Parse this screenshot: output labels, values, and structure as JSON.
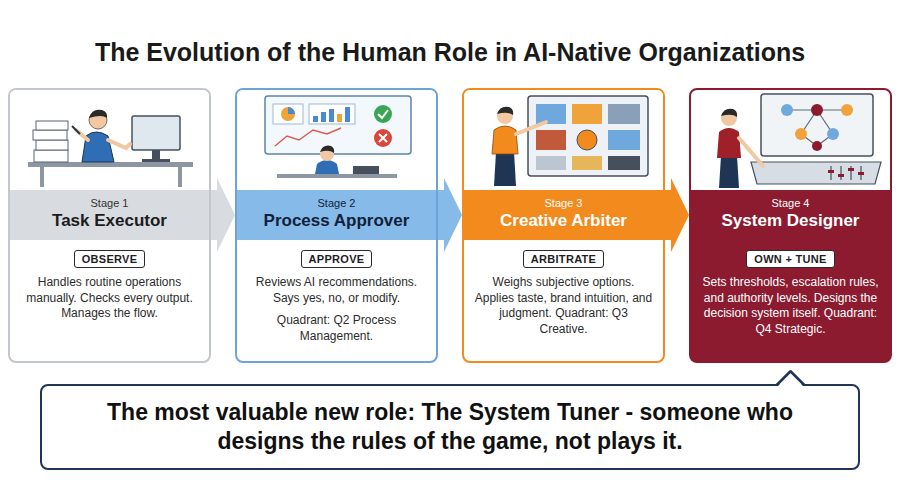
{
  "diagram": {
    "title": "The Evolution of the Human Role in AI-Native Organizations",
    "nodes": [
      {
        "text": [
          "Stage 1",
          "Task Executor",
          "Handles routine operations manually. Checks every output. Manages the flow."
        ]
      },
      {
        "text": [
          "OBSERVE"
        ],
        "in": 0
      },
      {
        "text": [
          "Stage 2",
          "Process Approver",
          "Reviews AI recommendations. Says yes, no, or modify.",
          "Quadrant: Q2 Process Management."
        ]
      },
      {
        "text": [
          "APPROVE"
        ],
        "in": 2
      },
      {
        "text": [
          "Stage 3",
          "Creative Arbiter",
          "Weighs subjective options. Applies taste, brand intuition, and judgment. Quadrant: Q3 Creative."
        ]
      },
      {
        "text": [
          "ARBITRATE"
        ],
        "in": 4
      },
      {
        "text": [
          "Stage 4",
          "System Designer",
          "Sets thresholds, escalation rules, and authority levels. Designs the decision system itself. Quadrant: Q4 Strategic."
        ]
      },
      {
        "text": [
          "OWN + TUNE"
        ],
        "in": 6
      },
      {
        "text": [
          "The most valuable new role: The System Tuner - someone who designs the rules of the game, not plays it."
        ]
      }
    ],
    "edges": [
      {
        "from": 0,
        "to": 2,
        "arrow": "to"
      },
      {
        "from": 2,
        "to": 4,
        "arrow": "to"
      },
      {
        "from": 4,
        "to": 6,
        "arrow": "to"
      }
    ]
  }
}
